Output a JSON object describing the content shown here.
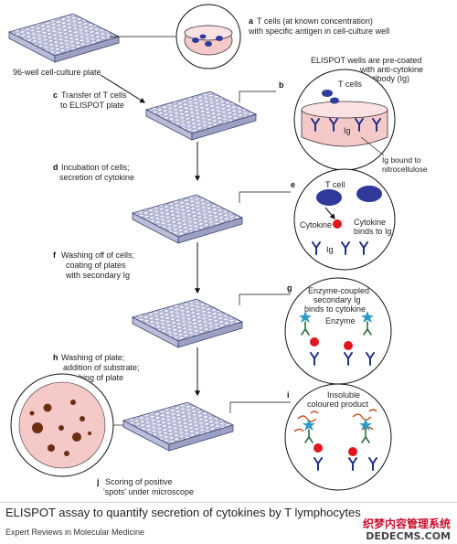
{
  "labels": {
    "plate96": "96-well cell-culture plate",
    "a_letter": "a",
    "a_text1": "T cells (at known concentration)",
    "a_text2": "with specific antigen in cell-culture well",
    "b_letter": "b",
    "b_text1": "ELISPOT wells are pre-coated",
    "b_text2": "with anti-cytokine",
    "b_text3": "antibody (Ig)",
    "b_tcells": "T cells",
    "b_ig": "Ig",
    "b_bound1": "Ig bound to",
    "b_bound2": "nitrocellulose",
    "c_letter": "c",
    "c_text1": "Transfer of T cells",
    "c_text2": "to ELISPOT plate",
    "d_letter": "d",
    "d_text1": "Incubation of cells;",
    "d_text2": "secretion of cytokine",
    "e_letter": "e",
    "e_tcell": "T cell",
    "e_cytokine": "Cytokine",
    "e_binds1": "Cytokine",
    "e_binds2": "binds to Ig",
    "e_ig": "Ig",
    "f_letter": "f",
    "f_text1": "Washing off of cells;",
    "f_text2": "coating of plates",
    "f_text3": "with secondary Ig",
    "g_letter": "g",
    "g_text1": "Enzyme-coupled",
    "g_text2": "secondary Ig",
    "g_text3": "binds to cytokine",
    "g_enzyme": "Enzyme",
    "h_letter": "h",
    "h_text1": "Washing of plate;",
    "h_text2": "addition of substrate;",
    "h_text3": "washing of plate",
    "i_letter": "i",
    "i_text1": "Insoluble",
    "i_text2": "coloured product",
    "j_letter": "j",
    "j_text1": "Scoring of positive",
    "j_text2": "'spots' under microscope"
  },
  "caption": "ELISPOT assay to quantify secretion of cytokines by T lymphocytes",
  "source": "Expert Reviews in Molecular Medicine",
  "watermark": {
    "line1": "织梦内容管理系统",
    "line2": "DEDECMS.COM"
  },
  "colors": {
    "well_pink": "#f6c9c9",
    "cell_blue": "#2f3a9a",
    "cytokine_red": "#e0161f",
    "enzyme_teal": "#2f9bc2",
    "antibody_blue": "#1f2f8a",
    "spot_brown": "#6a2e12",
    "product_orange": "#c4541a"
  }
}
